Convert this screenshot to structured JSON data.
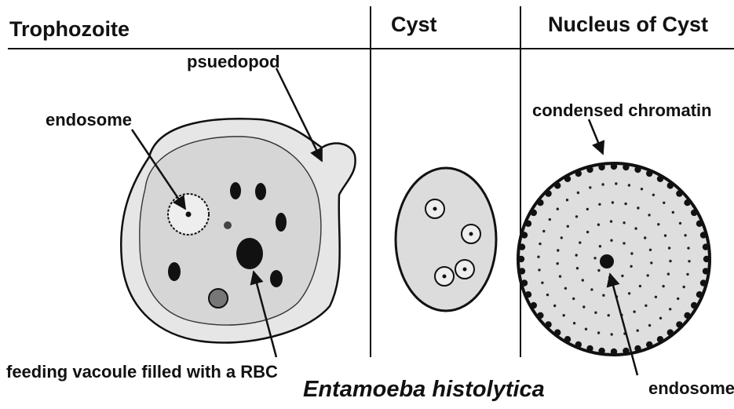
{
  "panels": {
    "trophozoite": {
      "title": "Trophozoite",
      "labels": {
        "pseudopod": "psuedopod",
        "endosome": "endosome",
        "feeding_vacuole": "feeding vacoule filled with a RBC"
      }
    },
    "cyst": {
      "title": "Cyst"
    },
    "nucleus_of_cyst": {
      "title": "Nucleus of Cyst",
      "labels": {
        "chromatin": "condensed chromatin",
        "endosome": "endosome"
      }
    }
  },
  "caption": "Entamoeba histolytica",
  "colors": {
    "ink": "#111111",
    "cytoplasm": "#dadada",
    "ectoplasm": "#e6e6e6",
    "background": "#ffffff"
  }
}
